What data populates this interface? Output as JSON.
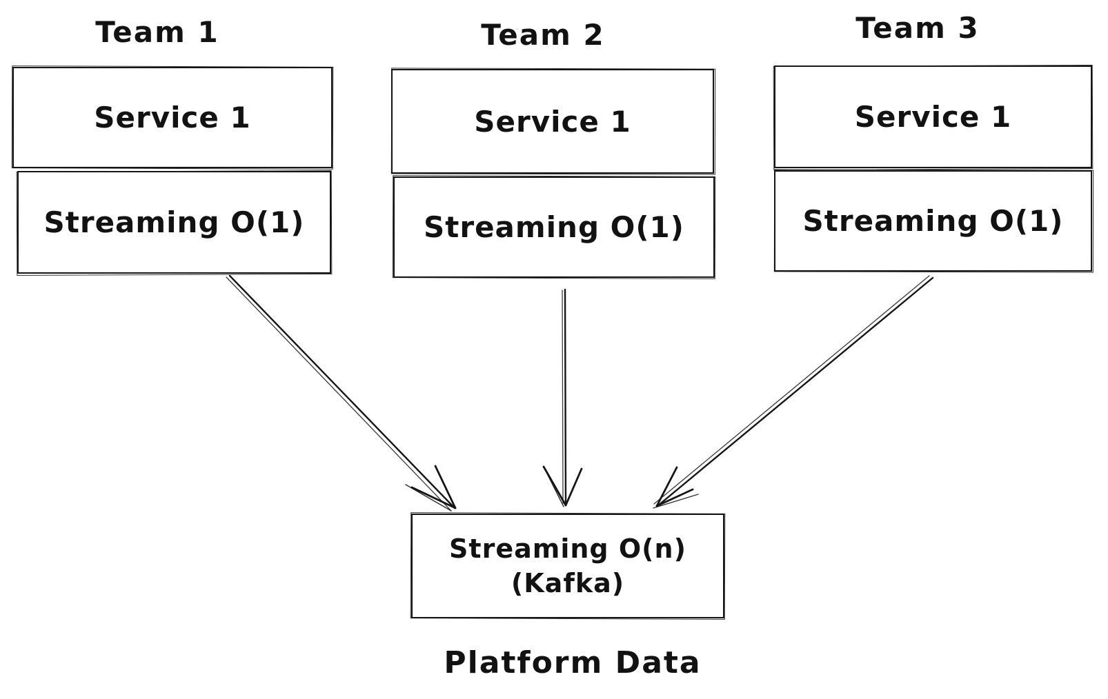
{
  "canvas": {
    "background": "#ffffff",
    "stroke": "#151515"
  },
  "teams": [
    {
      "title": "Team 1",
      "service_label": "Service 1",
      "streaming_label": "Streaming O(1)"
    },
    {
      "title": "Team 2",
      "service_label": "Service 1",
      "streaming_label": "Streaming O(1)"
    },
    {
      "title": "Team 3",
      "service_label": "Service 1",
      "streaming_label": "Streaming O(1)"
    }
  ],
  "platform": {
    "box_line1": "Streaming O(n)",
    "box_line2": "(Kafka)",
    "caption": "Platform Data"
  },
  "edges": [
    {
      "from": "team-1-streaming",
      "to": "platform-streaming"
    },
    {
      "from": "team-2-streaming",
      "to": "platform-streaming"
    },
    {
      "from": "team-3-streaming",
      "to": "platform-streaming"
    }
  ]
}
